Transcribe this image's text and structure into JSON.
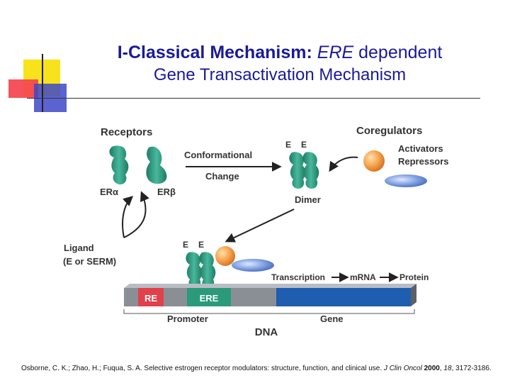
{
  "title": {
    "bold_part": "I-Classical Mechanism:",
    "italic_part": "ERE",
    "line1_rest": "dependent",
    "line2": "Gene Transactivation Mechanism"
  },
  "diagram": {
    "receptors_label": "Receptors",
    "er_alpha_label": "ERα",
    "er_beta_label": "ERβ",
    "conformational_label": "Conformational",
    "change_label": "Change",
    "e_label_1": "E",
    "e_label_2": "E",
    "dimer_label": "Dimer",
    "coregulators_label": "Coregulators",
    "activators_label": "Activators",
    "repressors_label": "Repressors",
    "ligand_label": "Ligand",
    "ligand_sub_label": "(E or SERM)",
    "bound_e_label_1": "E",
    "bound_e_label_2": "E",
    "transcription_label": "Transcription",
    "mrna_label": "mRNA",
    "protein_label": "Protein",
    "re_label": "RE",
    "ere_label": "ERE",
    "promoter_label": "Promoter",
    "gene_label": "Gene",
    "dna_label": "DNA"
  },
  "colors": {
    "title": "#1a1a99",
    "receptor": "#3aa88e",
    "receptor_dark": "#1f7a63",
    "coactivator": "#f5a24a",
    "repressor": "#6c8fd4",
    "re_segment": "#e0414a",
    "ere_segment": "#2a9a7a",
    "gene_segment": "#1e5db0",
    "dna_gray": "#8a8f96"
  },
  "citation": {
    "authors": "Osborne, C. K.; Zhao, H.; Fuqua, S. A. Selective estrogen receptor modulators: structure, function, and clinical use.",
    "journal": "J Clin Oncol",
    "year": "2000",
    "volume": "18",
    "pages": ", 3172-3186."
  }
}
